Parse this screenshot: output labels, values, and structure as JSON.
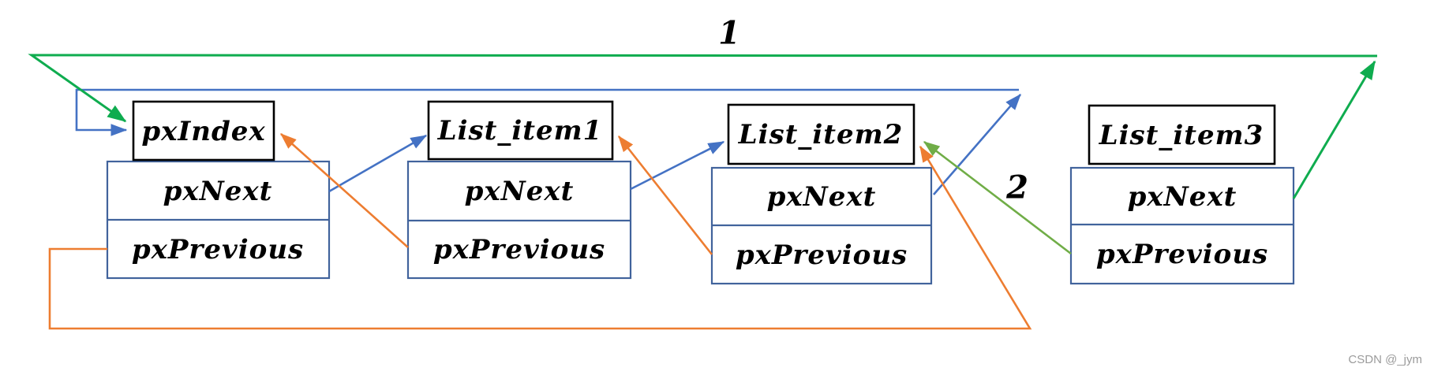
{
  "nodes": [
    {
      "title": "pxIndex",
      "rows": [
        "pxNext",
        "pxPrevious"
      ]
    },
    {
      "title": "List_item1",
      "rows": [
        "pxNext",
        "pxPrevious"
      ]
    },
    {
      "title": "List_item2",
      "rows": [
        "pxNext",
        "pxPrevious"
      ]
    },
    {
      "title": "List_item3",
      "rows": [
        "pxNext",
        "pxPrevious"
      ]
    }
  ],
  "labels": {
    "step1": "1",
    "step2": "2"
  },
  "watermark": "CSDN @_jym",
  "colors": {
    "blue": "#4472C4",
    "orange": "#ED7D31",
    "green_bright": "#0FAC4F",
    "green_soft": "#70AD47",
    "box_border": "#41639C",
    "watermark": "#9B9B9B"
  }
}
